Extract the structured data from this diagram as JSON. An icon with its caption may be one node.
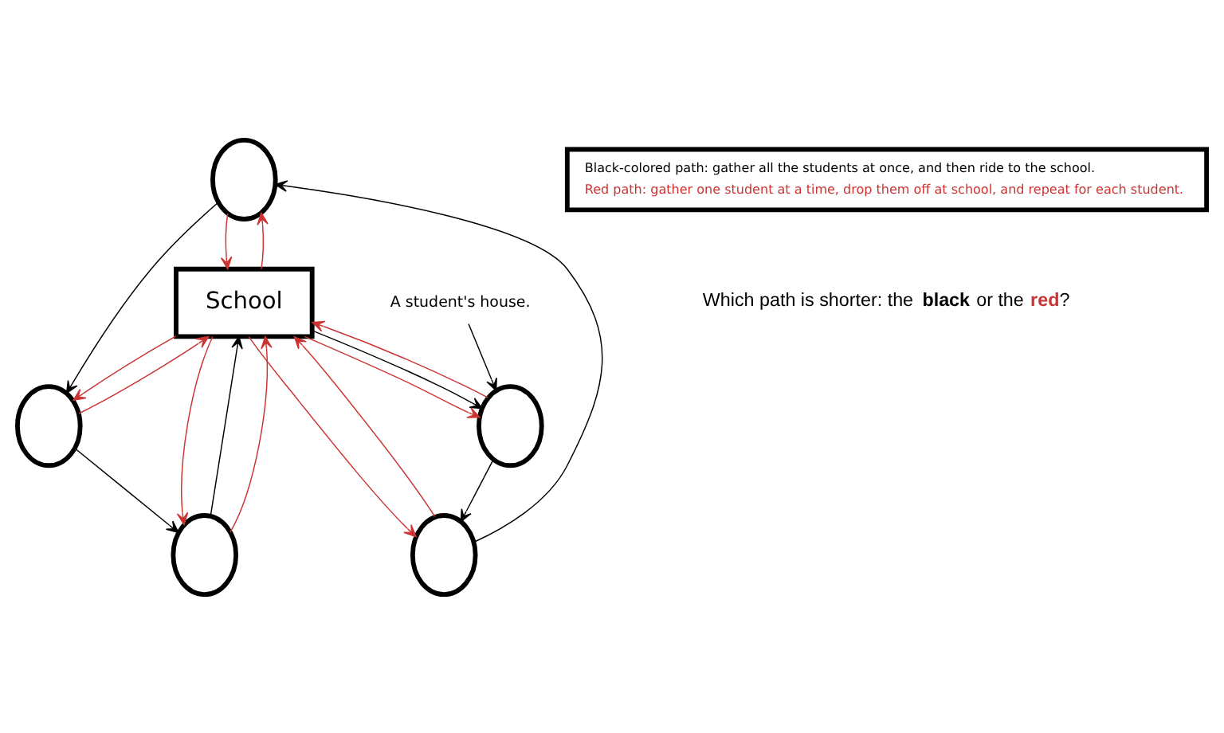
{
  "diagram": {
    "nodes": [
      {
        "text": [],
        "shape": "circle"
      },
      {
        "text": [],
        "shape": "circle"
      },
      {
        "text": [
          "A student's house."
        ]
      },
      {
        "text": [],
        "shape": "circle"
      },
      {
        "text": [
          "School"
        ]
      },
      {
        "text": [],
        "shape": "circle"
      },
      {
        "text": [
          "Black-colored path: gather all the students at once, and then ride to the school.",
          "Red path: gather one student at a time, drop them off at school, and repeat for each student."
        ]
      },
      {
        "text": [],
        "shape": "circle"
      }
    ],
    "edges": [
      {
        "from": 2,
        "to": 1,
        "arrow": "to",
        "color": "#000000"
      },
      {
        "from": 4,
        "to": 1,
        "arrow": "to",
        "color": "#000000"
      },
      {
        "from": 1,
        "to": 5,
        "arrow": "to",
        "color": "#000000"
      },
      {
        "from": 5,
        "to": 0,
        "arrow": "to",
        "color": "#000000"
      },
      {
        "from": 0,
        "to": 7,
        "arrow": "to",
        "color": "#000000"
      },
      {
        "from": 7,
        "to": 3,
        "arrow": "to",
        "color": "#000000"
      },
      {
        "from": 3,
        "to": 4,
        "arrow": "to",
        "color": "#000000"
      },
      {
        "from": 4,
        "to": 0,
        "arrow": "to"
      },
      {
        "from": 0,
        "to": 4,
        "arrow": "to"
      },
      {
        "from": 4,
        "to": 1,
        "arrow": "to"
      },
      {
        "from": 1,
        "to": 4,
        "arrow": "to"
      },
      {
        "from": 4,
        "to": 5,
        "arrow": "to"
      },
      {
        "from": 5,
        "to": 4,
        "arrow": "to"
      },
      {
        "from": 4,
        "to": 3,
        "arrow": "to"
      },
      {
        "from": 3,
        "to": 4,
        "arrow": "to"
      },
      {
        "from": 4,
        "to": 7,
        "arrow": "to"
      },
      {
        "from": 7,
        "to": 4,
        "arrow": "to"
      }
    ],
    "labels": [
      "Which path is shorter: the **black** or the **red**?"
    ]
  }
}
